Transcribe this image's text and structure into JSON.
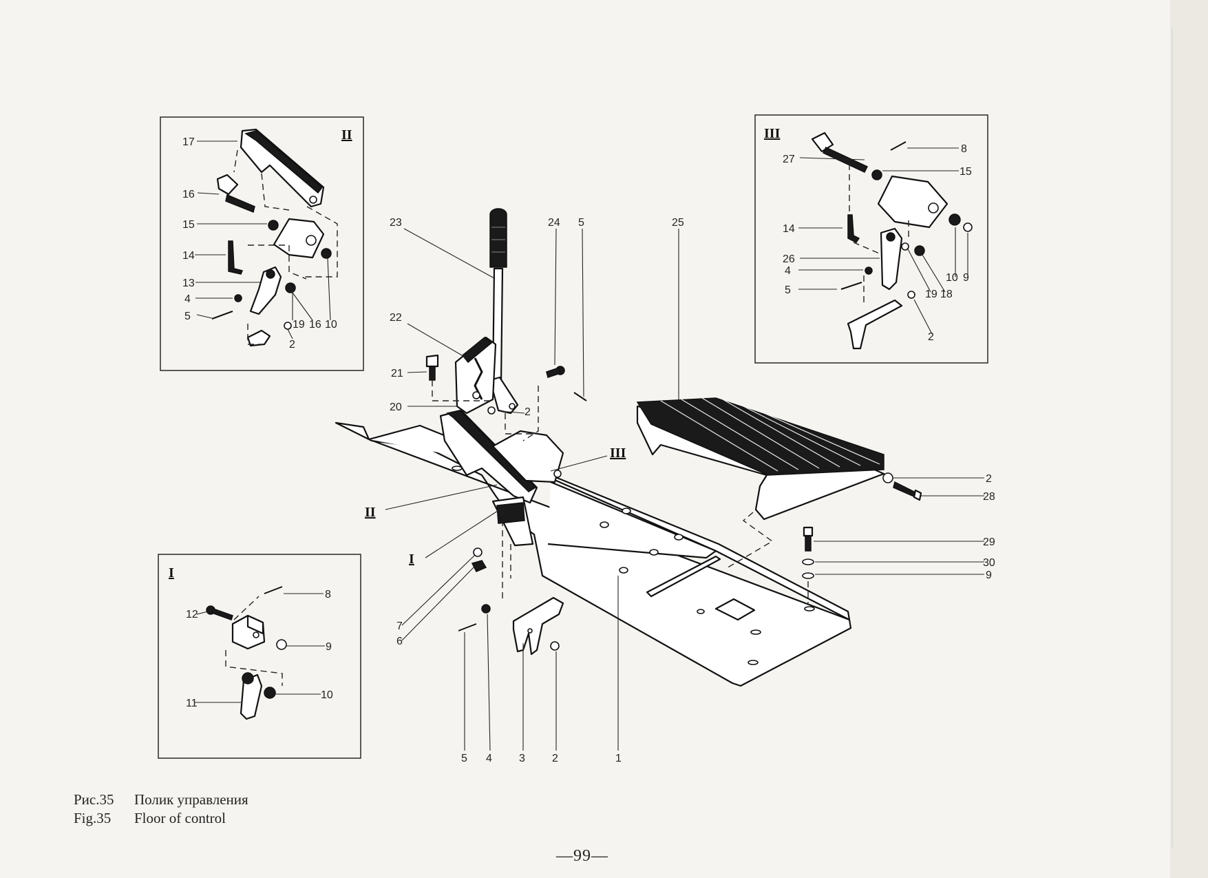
{
  "caption": {
    "ru_fig": "Рис.35",
    "ru_title": "Полик управления",
    "en_fig": "Fig.35",
    "en_title": "Floor of control"
  },
  "page_number": "—99—",
  "insets": [
    {
      "id": "II",
      "label": "II"
    },
    {
      "id": "III",
      "label": "III"
    },
    {
      "id": "I",
      "label": "I"
    }
  ],
  "main_view_labels": [
    "II",
    "III",
    "I"
  ],
  "callouts": {
    "inset_ii": [
      "17",
      "16",
      "15",
      "14",
      "13",
      "4",
      "5",
      "19",
      "16",
      "10",
      "2"
    ],
    "inset_iii": [
      "8",
      "27",
      "15",
      "14",
      "26",
      "4",
      "5",
      "10",
      "9",
      "19",
      "18",
      "2"
    ],
    "inset_i": [
      "8",
      "12",
      "9",
      "11",
      "10"
    ],
    "main": [
      "23",
      "24",
      "5",
      "25",
      "22",
      "21",
      "20",
      "2",
      "2",
      "28",
      "29",
      "30",
      "9",
      "7",
      "6",
      "5",
      "4",
      "3",
      "2",
      "1"
    ]
  }
}
